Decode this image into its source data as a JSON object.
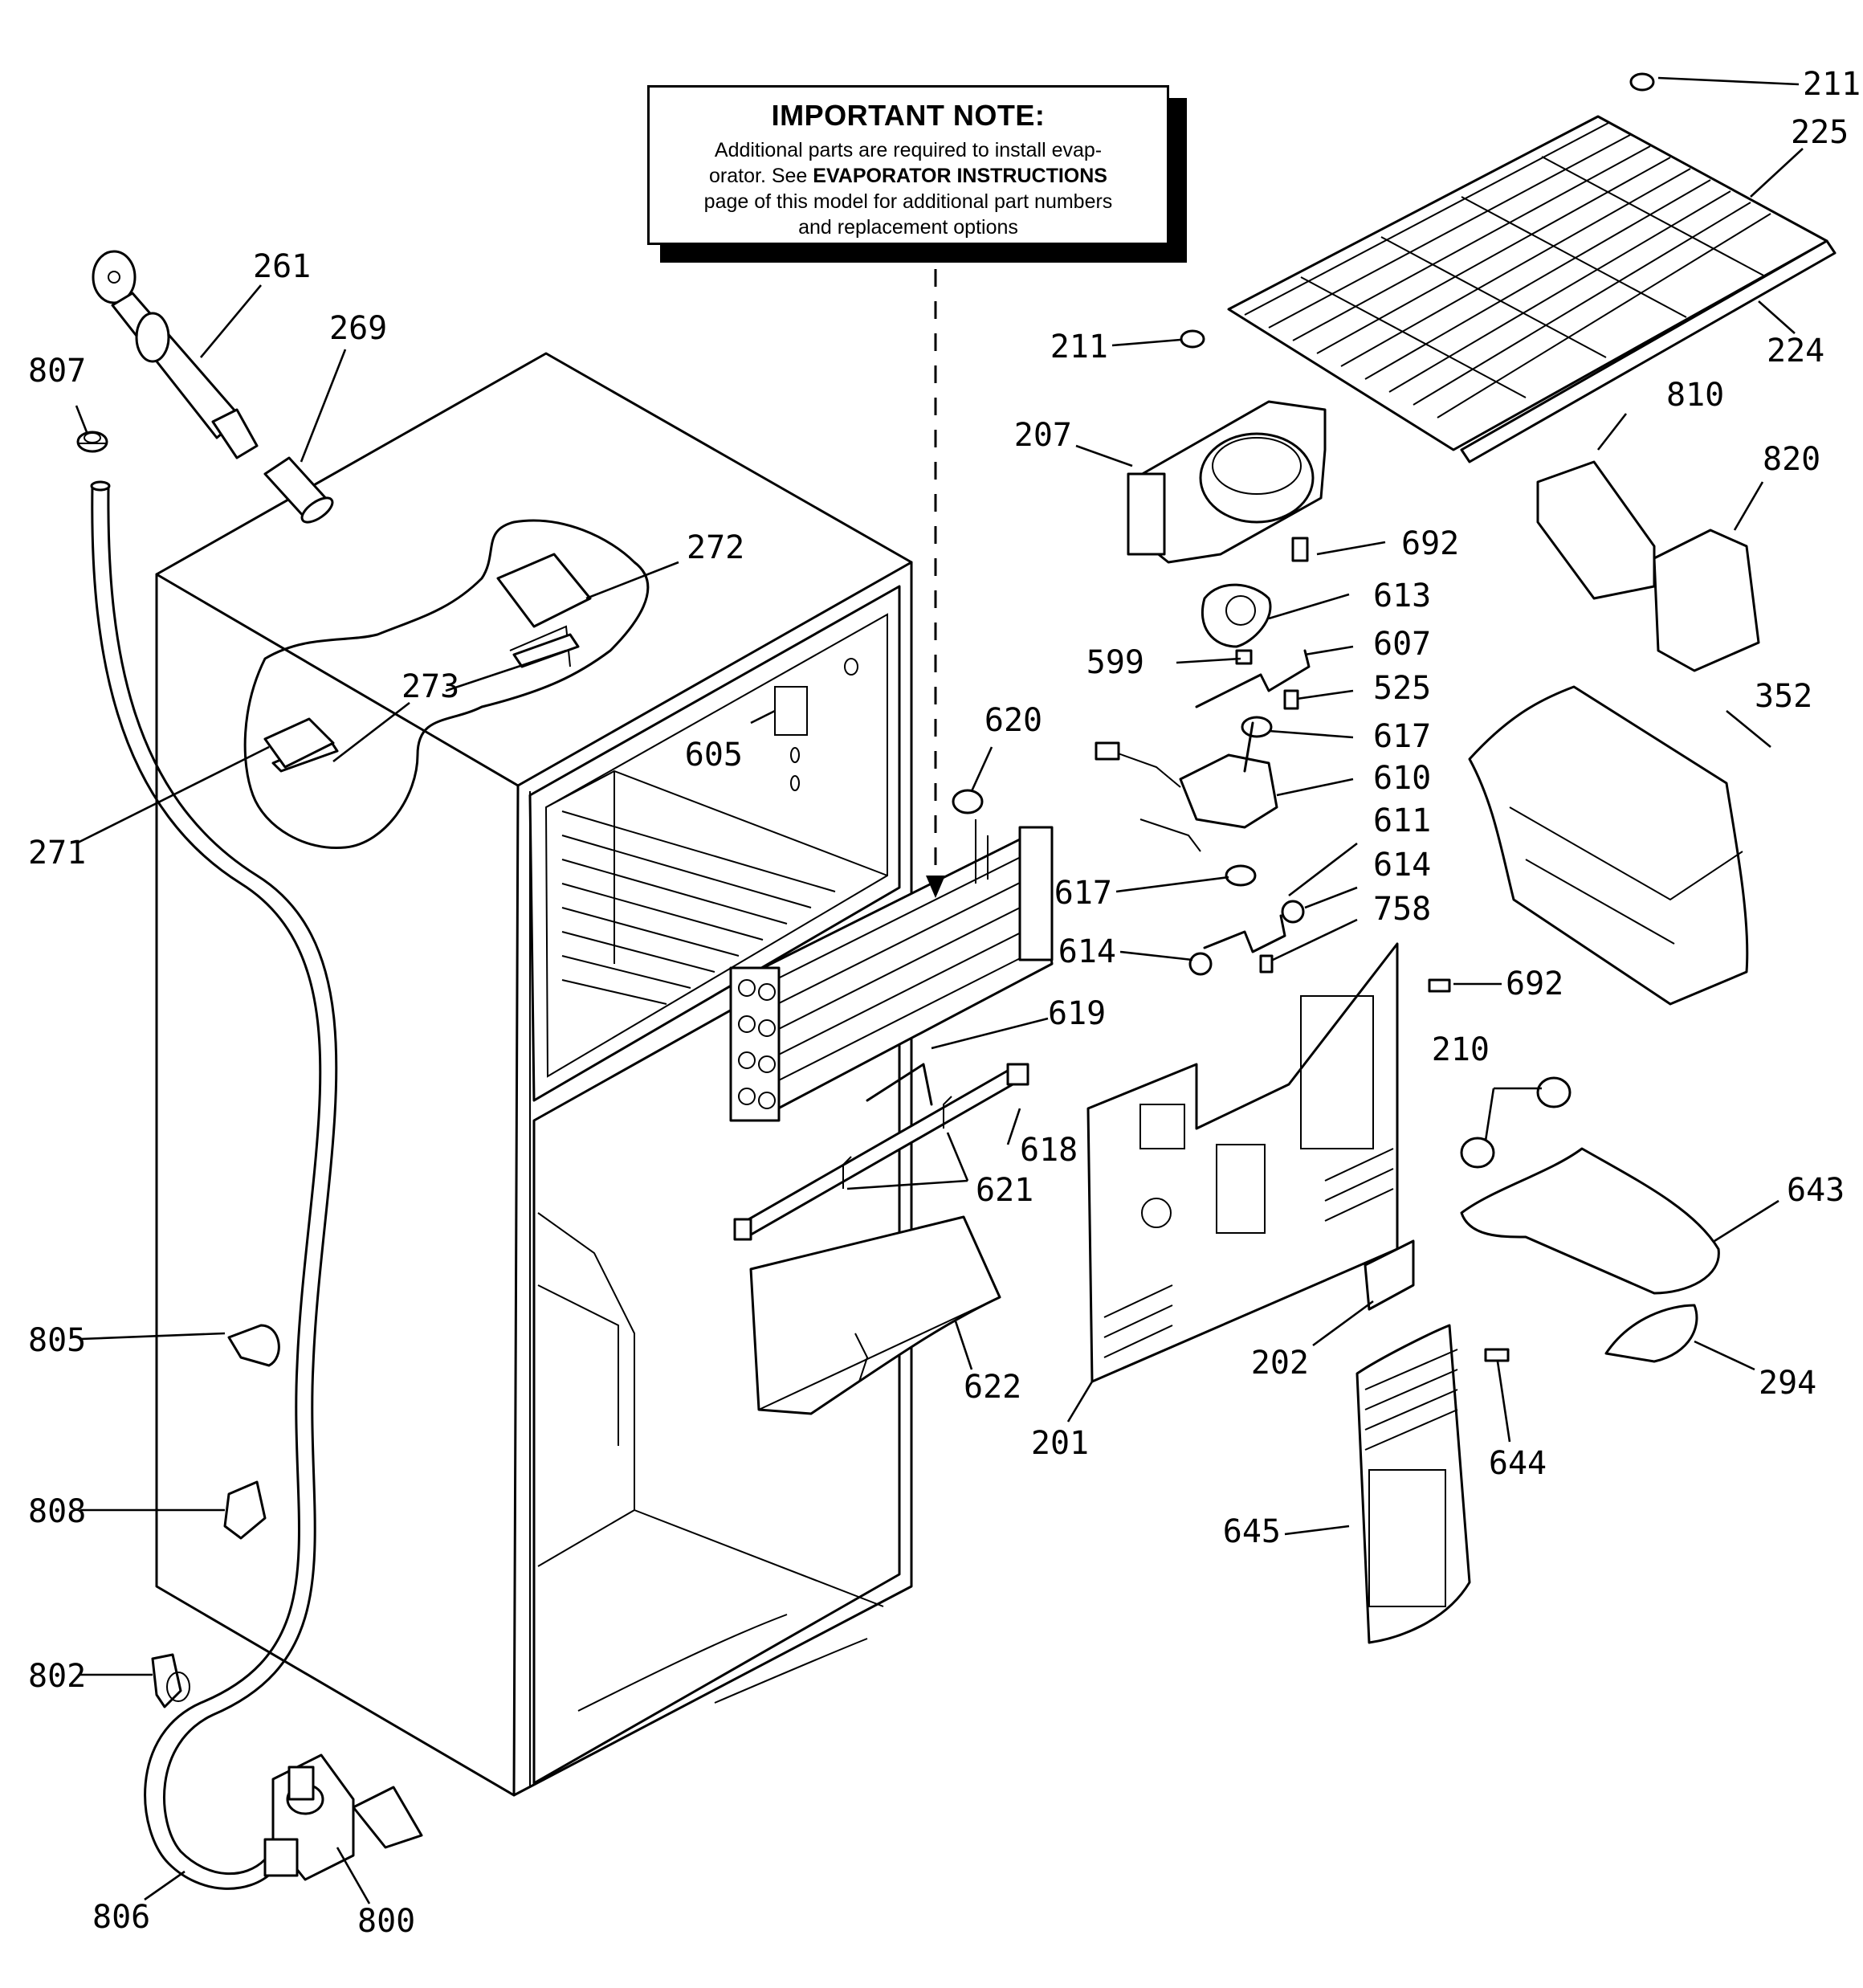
{
  "note": {
    "title": "IMPORTANT NOTE:",
    "line1": "Additional parts are required to install evap-",
    "line2_pre": "orator.  See ",
    "line2_bold": "EVAPORATOR INSTRUCTIONS",
    "line3": "page of this model for additional part numbers",
    "line4": "and replacement options"
  },
  "callouts": {
    "c211a": "211",
    "c225": "225",
    "c224": "224",
    "c211b": "211",
    "c207": "207",
    "c810": "810",
    "c820": "820",
    "c692a": "692",
    "c613": "613",
    "c599": "599",
    "c607": "607",
    "c525": "525",
    "c617a": "617",
    "c352": "352",
    "c610": "610",
    "c611": "611",
    "c617b": "617",
    "c614a": "614",
    "c758": "758",
    "c614b": "614",
    "c692b": "692",
    "c210": "210",
    "c643": "643",
    "c294": "294",
    "c202": "202",
    "c644": "644",
    "c201": "201",
    "c645": "645",
    "c261": "261",
    "c269": "269",
    "c807": "807",
    "c272": "272",
    "c273": "273",
    "c271": "271",
    "c605": "605",
    "c620": "620",
    "c619": "619",
    "c618": "618",
    "c621": "621",
    "c622": "622",
    "c805": "805",
    "c808": "808",
    "c802": "802",
    "c806": "806",
    "c800": "800"
  }
}
